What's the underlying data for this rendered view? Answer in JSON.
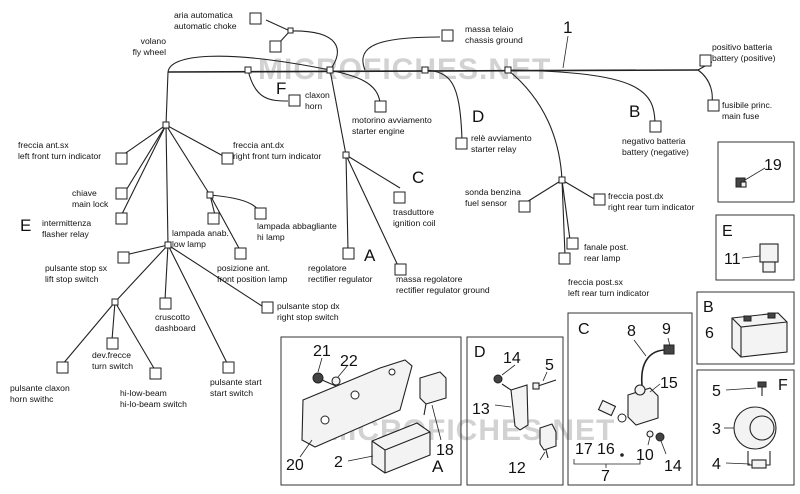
{
  "watermark": [
    "MICROFICHES.NET",
    "MICROFICHES.NET"
  ],
  "main_ref": "1",
  "labels": [
    {
      "id": "aria",
      "lines": [
        "aria automatica",
        "automatic choke"
      ]
    },
    {
      "id": "volano",
      "lines": [
        "volano",
        "fly wheel"
      ]
    },
    {
      "id": "massa_telaio",
      "lines": [
        "massa telaio",
        "chassis ground"
      ]
    },
    {
      "id": "pos_batt",
      "lines": [
        "positivo batteria",
        "battery (positive)"
      ]
    },
    {
      "id": "claxon",
      "lines": [
        "claxon",
        "horn"
      ]
    },
    {
      "id": "motorino",
      "lines": [
        "motorino avviamento",
        "starter engine"
      ]
    },
    {
      "id": "fusibile",
      "lines": [
        "fusibile princ.",
        "main fuse"
      ]
    },
    {
      "id": "rele",
      "lines": [
        "relè avviamento",
        "starter relay"
      ]
    },
    {
      "id": "neg_batt",
      "lines": [
        "negativo batteria",
        "battery (negative)"
      ]
    },
    {
      "id": "freccia_ant_sx",
      "lines": [
        "freccia ant.sx",
        "left front turn indicator"
      ]
    },
    {
      "id": "freccia_ant_dx",
      "lines": [
        "freccia ant.dx",
        "right front turn indicator"
      ]
    },
    {
      "id": "chiave",
      "lines": [
        "chiave",
        "main lock"
      ]
    },
    {
      "id": "trasduttore",
      "lines": [
        "trasduttore",
        "ignition coil"
      ]
    },
    {
      "id": "sonda",
      "lines": [
        "sonda benzina",
        "fuel sensor"
      ]
    },
    {
      "id": "freccia_post_dx",
      "lines": [
        "freccia post.dx",
        "right rear turn indicator"
      ]
    },
    {
      "id": "intermittenza",
      "lines": [
        "intermittenza",
        "flasher relay"
      ]
    },
    {
      "id": "lamp_abb",
      "lines": [
        "lampada abbagliante",
        "hi lamp"
      ]
    },
    {
      "id": "lamp_anab",
      "lines": [
        "lampada anab.",
        "low lamp"
      ]
    },
    {
      "id": "fanale",
      "lines": [
        "fanale post.",
        "rear lamp"
      ]
    },
    {
      "id": "pulsante_stop_sx",
      "lines": [
        "pulsante stop sx",
        "lift stop switch"
      ]
    },
    {
      "id": "posizione",
      "lines": [
        "posizione ant.",
        "front position lamp"
      ]
    },
    {
      "id": "regolatore",
      "lines": [
        "regolatore",
        "rectifier regulator"
      ]
    },
    {
      "id": "massa_reg",
      "lines": [
        "massa regolatore",
        "rectifier regulator ground"
      ]
    },
    {
      "id": "freccia_post_sx",
      "lines": [
        "freccia post.sx",
        "left rear turn indicator"
      ]
    },
    {
      "id": "cruscotto",
      "lines": [
        "cruscotto",
        "dashboard"
      ]
    },
    {
      "id": "pulsante_stop_dx",
      "lines": [
        "pulsante stop dx",
        "right stop switch"
      ]
    },
    {
      "id": "dev_frecce",
      "lines": [
        "dev.frecce",
        "turn switch"
      ]
    },
    {
      "id": "pulsante_claxon",
      "lines": [
        "pulsante claxon",
        "horn swithc"
      ]
    },
    {
      "id": "hi_low",
      "lines": [
        "hi-low-beam",
        "hi-lo-beam switch"
      ]
    },
    {
      "id": "pulsante_start",
      "lines": [
        "pulsante start",
        "start switch"
      ]
    }
  ],
  "section_letters": [
    {
      "id": "F",
      "text": "F"
    },
    {
      "id": "D",
      "text": "D"
    },
    {
      "id": "B",
      "text": "B"
    },
    {
      "id": "C",
      "text": "C"
    },
    {
      "id": "E",
      "text": "E"
    },
    {
      "id": "A",
      "text": "A"
    }
  ],
  "detail_boxes": [
    {
      "id": "box19",
      "letter": "",
      "refs": [
        "19"
      ]
    },
    {
      "id": "boxE",
      "letter": "E",
      "refs": [
        "11"
      ]
    },
    {
      "id": "boxB",
      "letter": "B",
      "refs": [
        "6"
      ]
    },
    {
      "id": "boxF",
      "letter": "F",
      "refs": [
        "5",
        "3",
        "4"
      ]
    },
    {
      "id": "boxA",
      "letter": "A",
      "refs": [
        "21",
        "22",
        "18",
        "20",
        "2"
      ]
    },
    {
      "id": "boxD",
      "letter": "D",
      "refs": [
        "14",
        "5",
        "13",
        "12"
      ]
    },
    {
      "id": "boxC",
      "letter": "C",
      "refs": [
        "8",
        "9",
        "15",
        "17",
        "16",
        "10",
        "14",
        "7"
      ]
    }
  ]
}
